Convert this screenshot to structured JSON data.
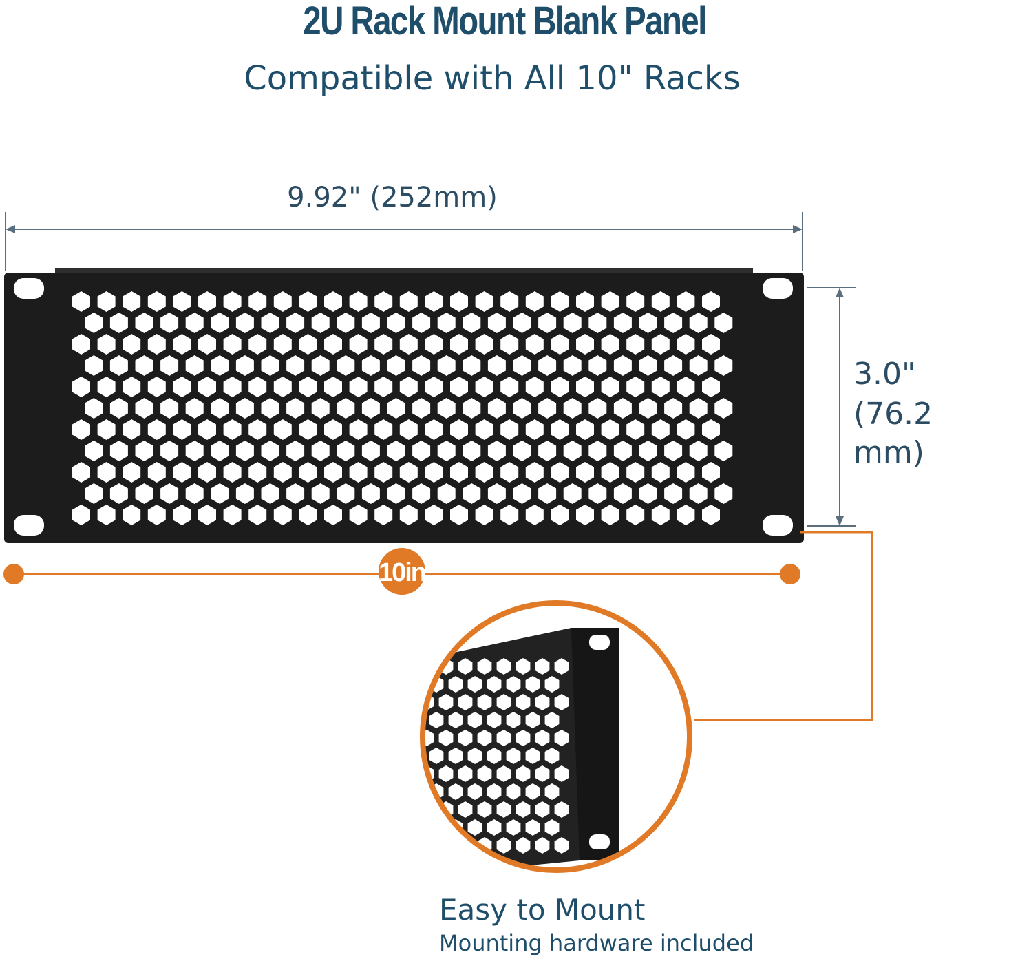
{
  "header": {
    "title": "2U Rack Mount Blank Panel",
    "subtitle": "Compatible with All 10\" Racks"
  },
  "dimensions": {
    "width": "9.92\" (252mm)",
    "height_in": "3.0\"",
    "height_mm": "(76.2 mm)",
    "overall": "10in"
  },
  "detail": {
    "title": "Easy to Mount",
    "subtitle": "Mounting hardware included"
  },
  "colors": {
    "heading": "#1f4e6b",
    "accent": "#e07a26",
    "panel": "#1c1c1c"
  }
}
